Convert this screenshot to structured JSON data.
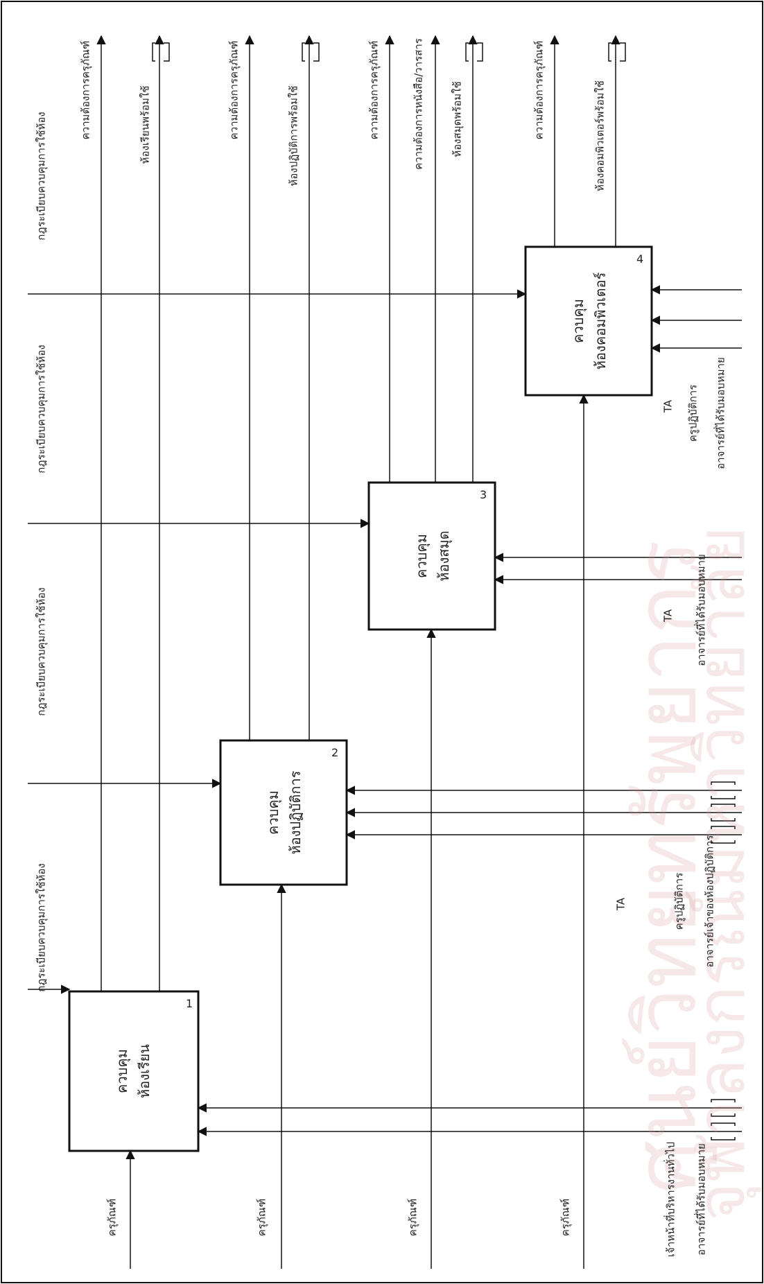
{
  "watermark": {
    "line1": "ศูนย์วิทยทรัพยากร",
    "line2": "จุฬาลงกรณ์มหาวิทยาลัย"
  },
  "boxes": [
    {
      "number": "1",
      "title_line1": "ควบคุม",
      "title_line2": "ห้องเรียน"
    },
    {
      "number": "2",
      "title_line1": "ควบคุม",
      "title_line2": "ห้องปฏิบัติการ"
    },
    {
      "number": "3",
      "title_line1": "ควบคุม",
      "title_line2": "ห้องสมุด"
    },
    {
      "number": "4",
      "title_line1": "ควบคุม",
      "title_line2": "ห้องคอมพิวเตอร์"
    }
  ],
  "controls": {
    "c1": "กฎระเบียบควบคุมการใช้ห้อง",
    "c2": "กฎระเบียบควบคุมการใช้ห้อง",
    "c3": "กฎระเบียบควบคุมการใช้ห้อง",
    "c4": "กฎระเบียบควบคุมการใช้ห้อง"
  },
  "inputs": {
    "i1": "ครุภัณฑ์",
    "i2": "ครุภัณฑ์",
    "i3": "ครุภัณฑ์",
    "i4": "ครุภัณฑ์"
  },
  "outputs": {
    "o1a": "ความต้องการครุภัณฑ์",
    "o1b": "ห้องเรียนพร้อมใช้",
    "o2a": "ความต้องการครุภัณฑ์",
    "o2b": "ห้องปฏิบัติการพร้อมใช้",
    "o3a": "ความต้องการครุภัณฑ์",
    "o3b": "ความต้องการหนังสือ/วารสาร",
    "o3c": "ห้องสมุดพร้อมใช้",
    "o4a": "ความต้องการครุภัณฑ์",
    "o4b": "ห้องคอมพิวเตอร์พร้อมใช้"
  },
  "mechanisms": {
    "m1a": "เจ้าหน้าที่บริหารงานทั่วไป",
    "m1b": "อาจารย์ที่ได้รับมอบหมาย",
    "m2ta": "TA",
    "m2a": "ครูปฏิบัติการ",
    "m2b": "อาจารย์เจ้าของห้องปฏิบัติการ",
    "m3ta": "TA",
    "m3a": "อาจารย์ที่ได้รับมอบหมาย",
    "m4ta": "TA",
    "m4a": "ครูปฏิบัติการ",
    "m4b": "อาจารย์ที่ได้รับมอบหมาย"
  }
}
